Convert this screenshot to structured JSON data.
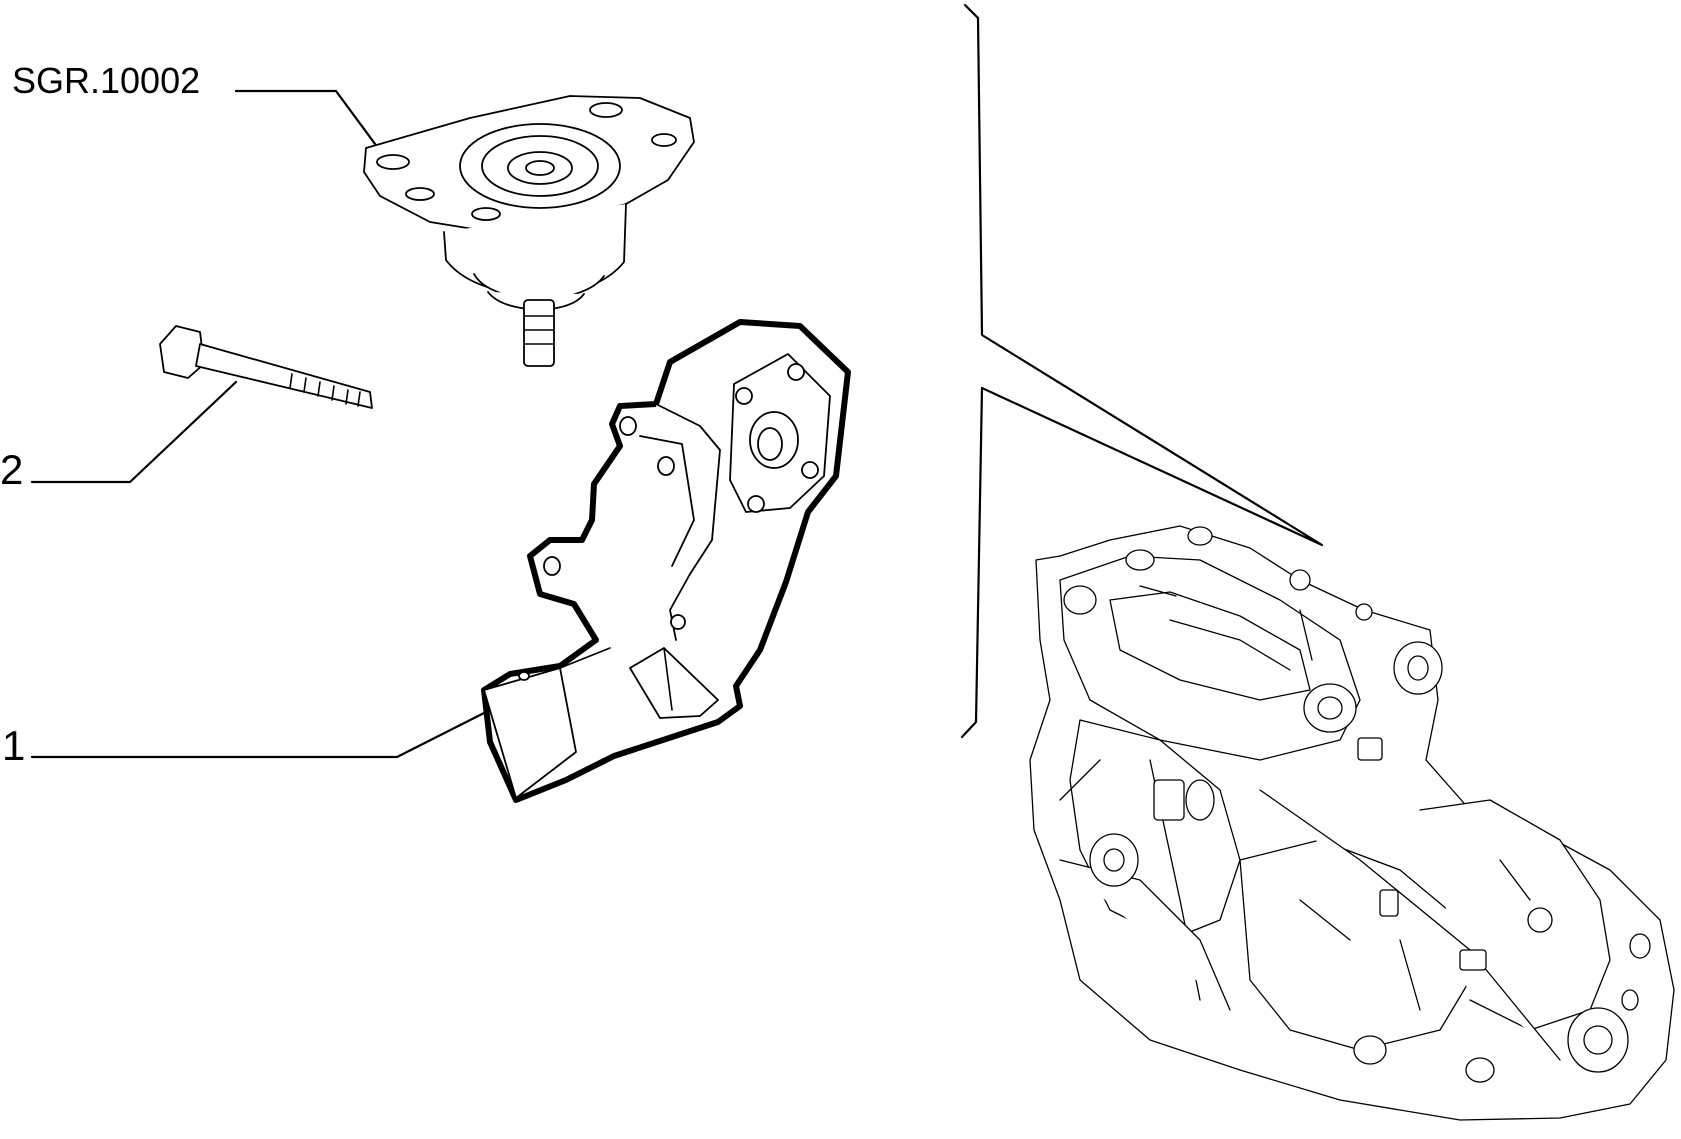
{
  "callouts": {
    "reference": "SGR.10002",
    "item_1": "1",
    "item_2": "2"
  },
  "colors": {
    "line": "#000000",
    "background": "#ffffff"
  }
}
